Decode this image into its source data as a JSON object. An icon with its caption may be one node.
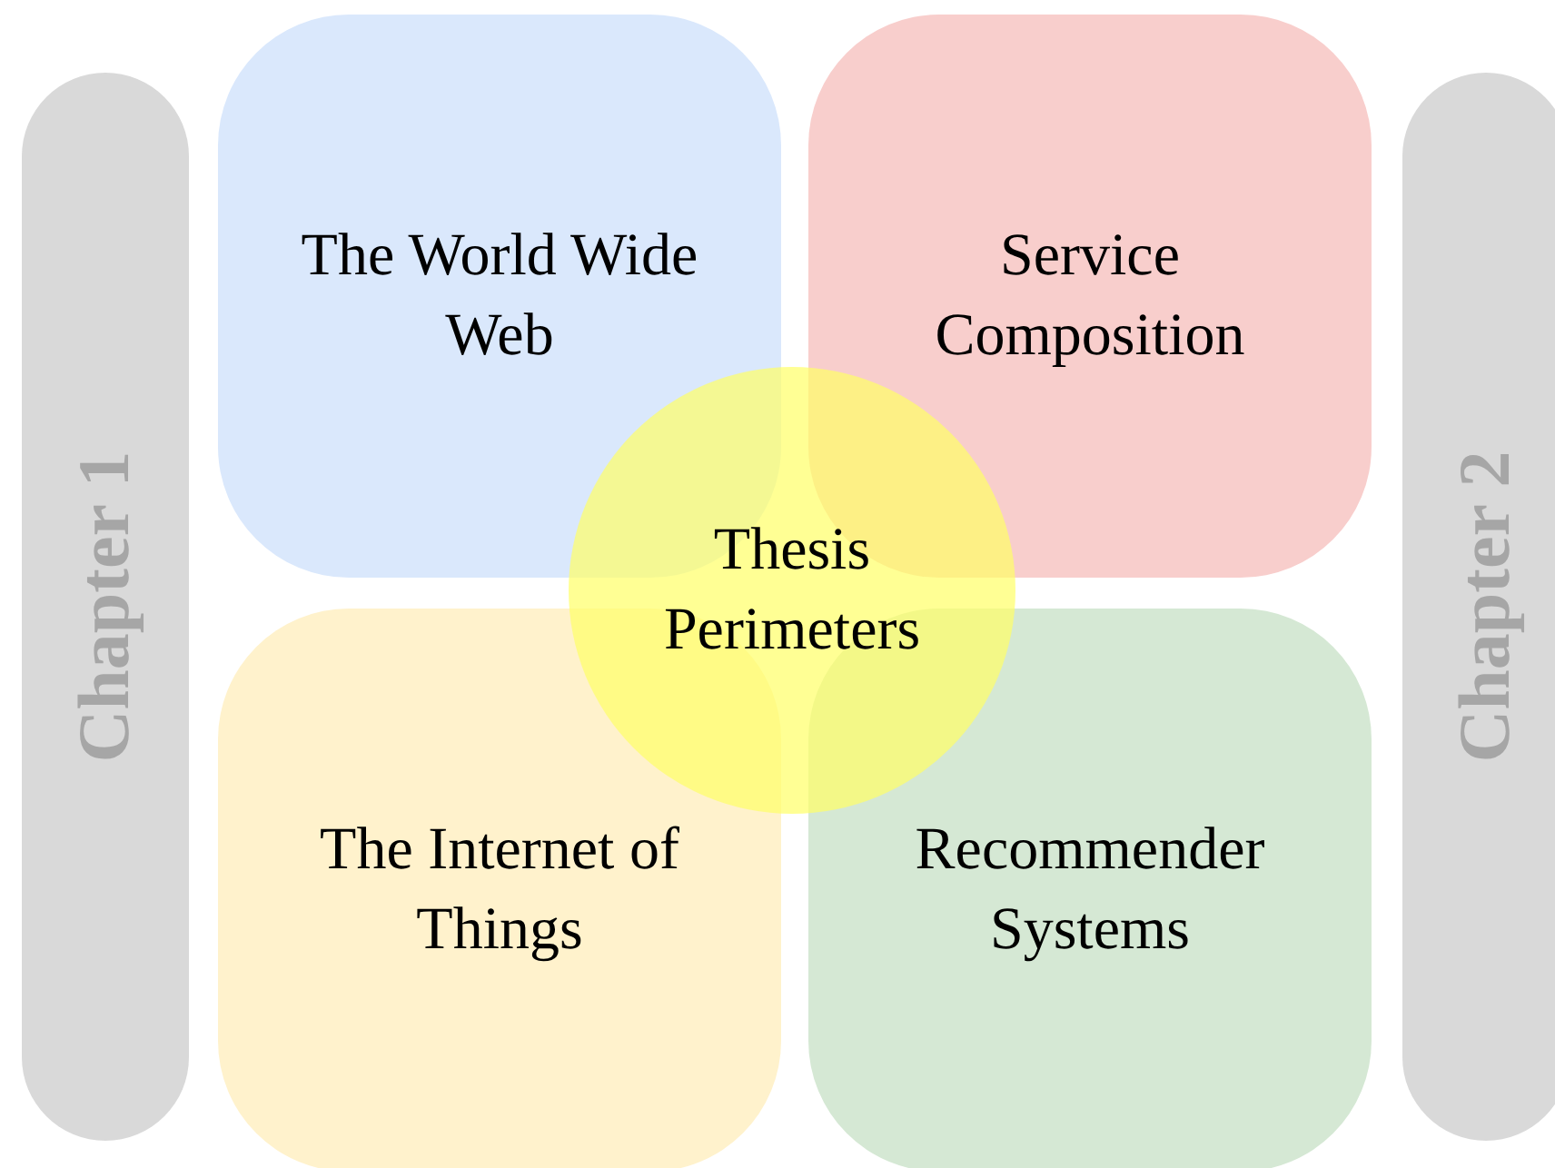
{
  "diagram": {
    "nodes": [
      {
        "text": [
          "Chapter 1"
        ]
      },
      {
        "text": [
          "The World Wide Web"
        ]
      },
      {
        "text": [
          "Service Composition"
        ]
      },
      {
        "text": [
          "Thesis Perimeters"
        ]
      },
      {
        "text": [
          "The Internet of Things"
        ]
      },
      {
        "text": [
          "Recommender Systems"
        ]
      },
      {
        "text": [
          "Chapter 2"
        ]
      }
    ]
  }
}
